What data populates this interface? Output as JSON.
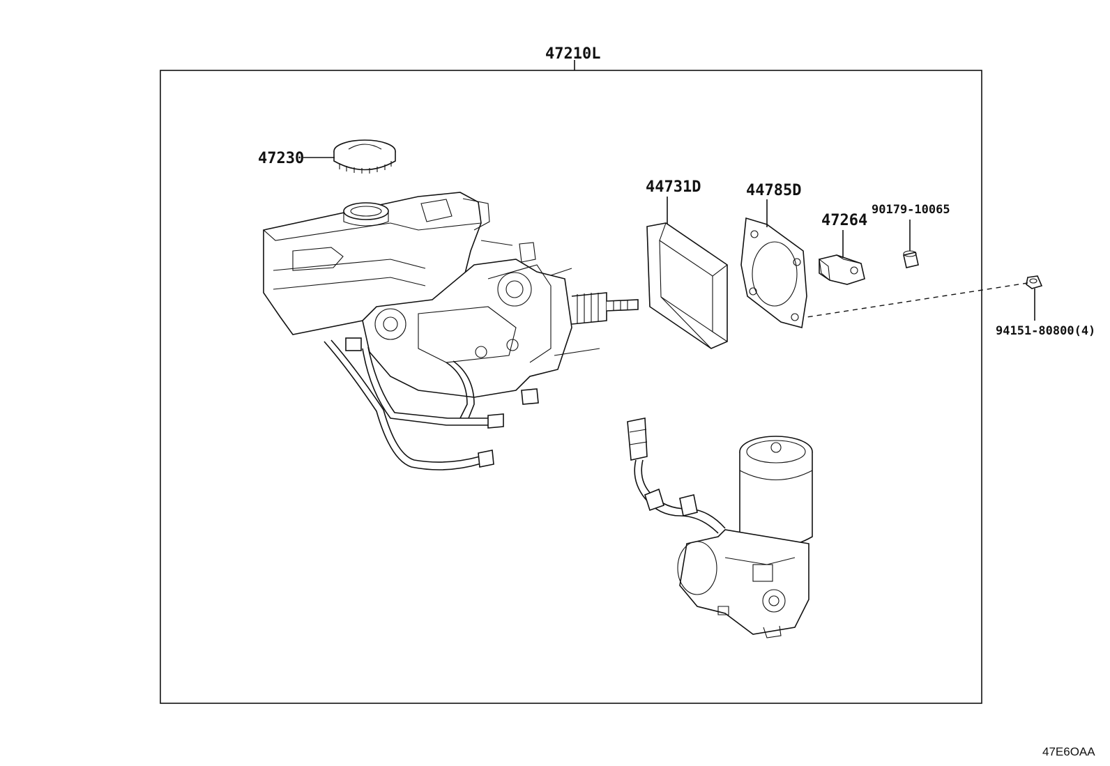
{
  "diagram": {
    "assembly_label": "47210L",
    "reference_code": "47E6OAA",
    "callouts": {
      "reservoir_cap": "47230",
      "seal_frame": "44731D",
      "gasket": "44785D",
      "bracket": "47264",
      "bushing": "90179-10065",
      "bolt": "94151-80800(4)"
    }
  }
}
